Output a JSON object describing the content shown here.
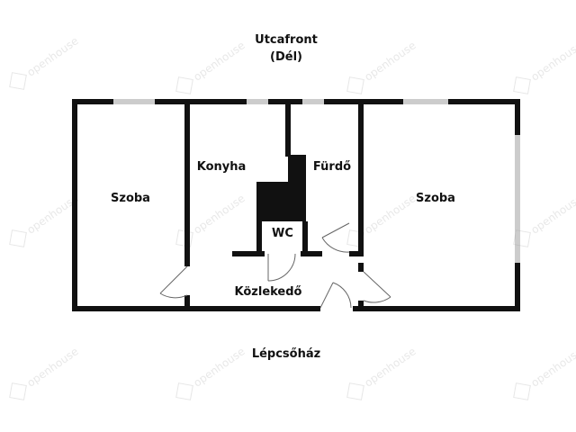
{
  "orientation": {
    "line1": "Utcafront",
    "line2": "(Dél)"
  },
  "rooms": {
    "szoba_left": "Szoba",
    "konyha": "Konyha",
    "furdo": "Fürdő",
    "wc": "WC",
    "szoba_right": "Szoba",
    "kozlekedo": "Közlekedő"
  },
  "stairwell": "Lépcsőház",
  "watermark": "openhouse",
  "colors": {
    "wall": "#111111",
    "background": "#ffffff",
    "watermark": "#e4e4e4"
  }
}
